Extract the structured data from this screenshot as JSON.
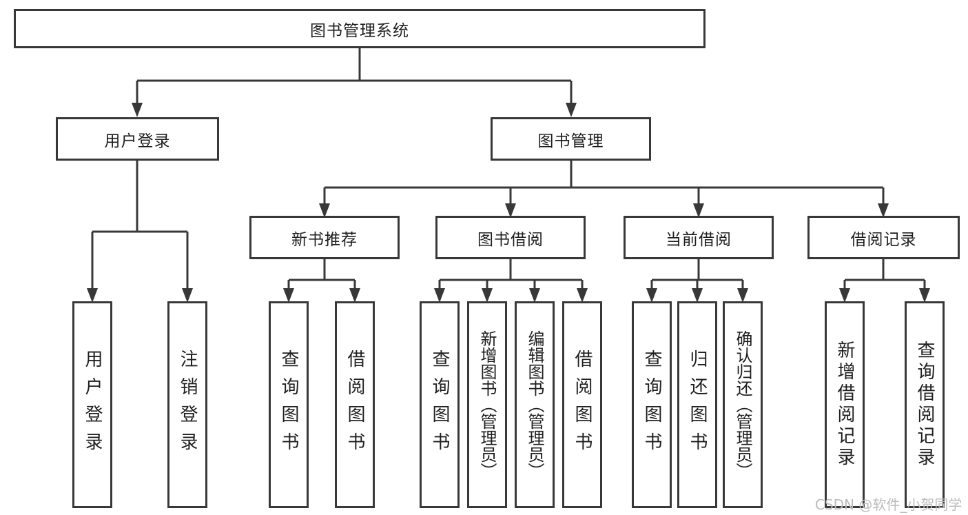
{
  "diagram": {
    "root": {
      "label": "图书管理系统"
    },
    "level2": [
      {
        "label": "用户登录",
        "children": [
          {
            "label": "用户登录"
          },
          {
            "label": "注销登录"
          }
        ]
      },
      {
        "label": "图书管理",
        "children": [
          {
            "label": "新书推荐",
            "children": [
              {
                "label": "查询图书"
              },
              {
                "label": "借阅图书"
              }
            ]
          },
          {
            "label": "图书借阅",
            "children": [
              {
                "label": "查询图书"
              },
              {
                "label": "新增图书（管理员）"
              },
              {
                "label": "编辑图书（管理员）"
              },
              {
                "label": "借阅图书"
              }
            ]
          },
          {
            "label": "当前借阅",
            "children": [
              {
                "label": "查询图书"
              },
              {
                "label": "归还图书"
              },
              {
                "label": "确认归还（管理员）"
              }
            ]
          },
          {
            "label": "借阅记录",
            "children": [
              {
                "label": "新增借阅记录"
              },
              {
                "label": "查询借阅记录"
              }
            ]
          }
        ]
      }
    ]
  },
  "watermark": {
    "text": "CSDN @软件_小贺同学"
  },
  "colors": {
    "border": "#383838",
    "text": "#1f1f1f",
    "connector": "#383838",
    "watermark": "#bcbcbc",
    "background": "#ffffff"
  }
}
